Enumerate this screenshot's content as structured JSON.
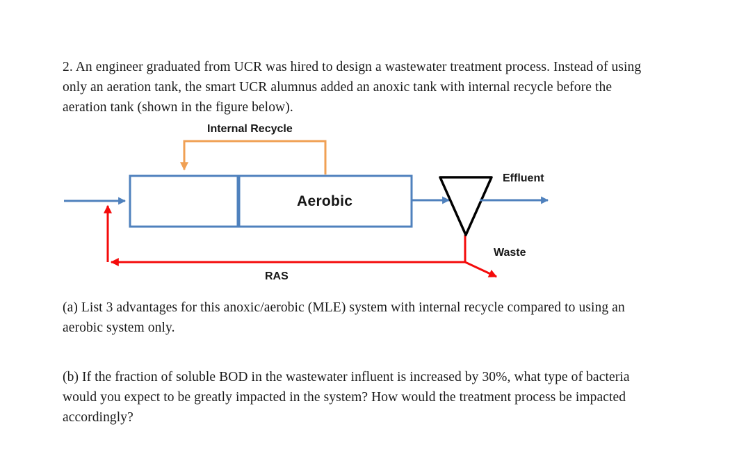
{
  "colors": {
    "tank_blue": "#4F81BD",
    "arrow_blue": "#4F81BD",
    "recycle_orange": "#F0A054",
    "ras_red": "#F40B0B",
    "clarifier_black": "#000000",
    "white": "#FFFFFF"
  },
  "intro": {
    "lines": [
      "2. An engineer graduated from UCR was hired to design a wastewater treatment process. Instead of using",
      "only an aeration tank, the smart UCR alumnus added an anoxic tank with internal recycle before the",
      "aeration tank (shown in the figure below)."
    ]
  },
  "diagram": {
    "labels": {
      "internal_recycle": "Internal Recycle",
      "aerobic": "Aerobic",
      "effluent": "Effluent",
      "waste": "Waste",
      "ras": "RAS"
    }
  },
  "question_a": {
    "lines": [
      "(a) List 3 advantages for this anoxic/aerobic (MLE) system with internal recycle compared to using an",
      "aerobic system only."
    ]
  },
  "question_b": {
    "lines": [
      "(b) If the fraction of soluble BOD in the wastewater influent is increased by 30%, what type of bacteria",
      "would you expect to be greatly impacted in the system? How would the treatment process be impacted",
      "accordingly?"
    ]
  }
}
